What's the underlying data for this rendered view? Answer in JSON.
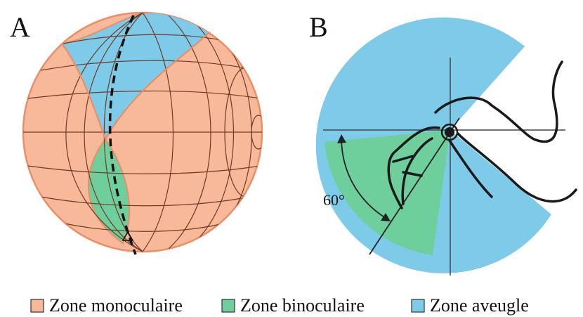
{
  "panels": {
    "a_label": "A",
    "b_label": "B"
  },
  "angle_label": "60°",
  "legend": [
    {
      "label": "Zone monoculaire",
      "color": "#f8b89a"
    },
    {
      "label": "Zone binoculaire",
      "color": "#6fcf9c"
    },
    {
      "label": "Zone aveugle",
      "color": "#7ecae9"
    }
  ],
  "colors": {
    "monocular": "#f8b89a",
    "binocular": "#6fcf9c",
    "blind": "#7ecae9",
    "outline": "#1a1a1a"
  }
}
